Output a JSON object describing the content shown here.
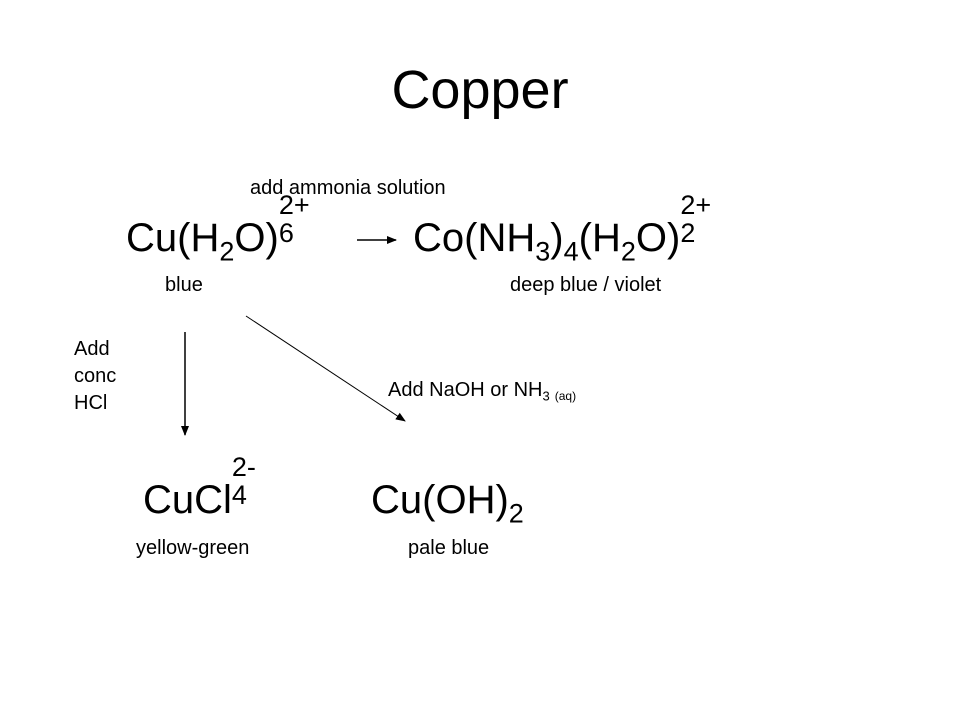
{
  "title": "Copper",
  "top_reaction": {
    "condition": "add ammonia solution",
    "reactant": {
      "base_1": "Cu(H",
      "sub_1": "2",
      "base_2": "O)",
      "sub_2": "6",
      "charge": "2+",
      "color_label": "blue"
    },
    "product": {
      "base_1": "Co(NH",
      "sub_1": "3",
      "base_2": ")",
      "sub_2": "4",
      "base_3": "(H",
      "sub_3": "2",
      "base_4": "O)",
      "sub_4": "2",
      "charge": "2+",
      "color_label": "deep blue / violet"
    }
  },
  "hcl_path": {
    "condition_lines": [
      "Add",
      "conc",
      "HCl"
    ],
    "product": {
      "base_1": "CuCl",
      "sub_1": "4",
      "charge": "2-",
      "color_label": "yellow-green"
    }
  },
  "hydroxide_path": {
    "condition": {
      "text": "Add NaOH or NH",
      "sub": "3",
      "state": "(aq)"
    },
    "product": {
      "base_1": "Cu(OH)",
      "sub_1": "2",
      "color_label": "pale blue"
    }
  }
}
